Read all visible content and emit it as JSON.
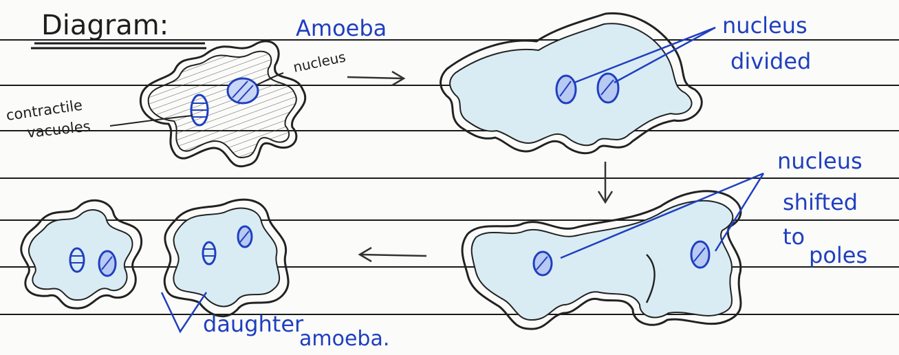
{
  "heading": "Diagram:",
  "labels": {
    "amoeba": "Amoeba",
    "nucleus": "nucleus",
    "contractile_vacuoles_line1": "contractile",
    "contractile_vacuoles_line2": "vacuoles",
    "nucleus_divided_line1": "nucleus",
    "nucleus_divided_line2": "divided",
    "nucleus_shifted_line1": "nucleus",
    "nucleus_shifted_line2": "shifted",
    "nucleus_shifted_line3": "to",
    "nucleus_shifted_line4": "poles",
    "daughter": "daughter",
    "amoeba_bottom": "amoeba."
  },
  "colors": {
    "paper": "#fbfbfa",
    "rule_line": "#1a1a1a",
    "pencil": "#222222",
    "blue_ink": "#1f3fbf",
    "cytoplasm_shade": "#cfe8f2"
  }
}
